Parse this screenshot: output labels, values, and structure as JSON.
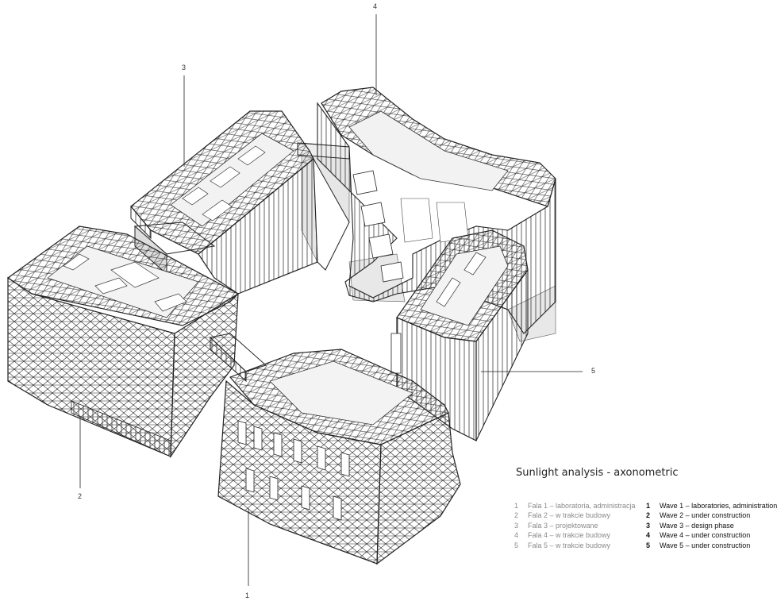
{
  "title": "Sunlight analysis - axonometric",
  "callouts": [
    "1",
    "2",
    "3",
    "4",
    "5"
  ],
  "legend_pl": [
    {
      "num": "1",
      "text": "Fala 1 – laboratoria, administracja"
    },
    {
      "num": "2",
      "text": "Fala 2 – w trakcie budowy"
    },
    {
      "num": "3",
      "text": "Fala 3 – projektowane"
    },
    {
      "num": "4",
      "text": "Fala 4 – w trakcie budowy"
    },
    {
      "num": "5",
      "text": "Fala 5 – w trakcie budowy"
    }
  ],
  "legend_en": [
    {
      "num": "1",
      "text": "Wave 1 – laboratories, administration"
    },
    {
      "num": "2",
      "text": "Wave 2 – under construction"
    },
    {
      "num": "3",
      "text": "Wave 3 – design phase"
    },
    {
      "num": "4",
      "text": "Wave 4 – under construction"
    },
    {
      "num": "5",
      "text": "Wave 5 – under construction"
    }
  ]
}
